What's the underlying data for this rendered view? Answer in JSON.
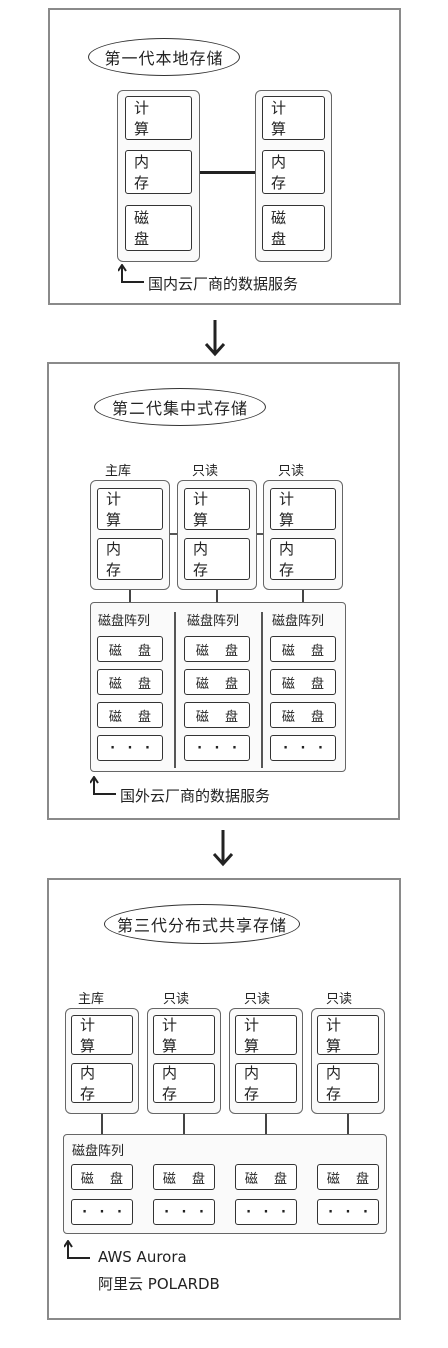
{
  "gen1": {
    "title": "第一代本地存储",
    "compute": "计 算",
    "memory": "内 存",
    "disk": "磁 盘",
    "caption": "国内云厂商的数据服务"
  },
  "gen2": {
    "title": "第二代集中式存储",
    "nodes": [
      "主库",
      "只读",
      "只读"
    ],
    "compute": "计 算",
    "memory": "内 存",
    "array_label": "磁盘阵列",
    "disk": "磁 盘",
    "ellipsis": "· · ·",
    "caption": "国外云厂商的数据服务"
  },
  "gen3": {
    "title": "第三代分布式共享存储",
    "nodes": [
      "主库",
      "只读",
      "只读",
      "只读"
    ],
    "compute": "计 算",
    "memory": "内 存",
    "array_label": "磁盘阵列",
    "disk": "磁 盘",
    "ellipsis": "· · ·",
    "caption_line1": "AWS Aurora",
    "caption_line2": "阿里云 POLARDB"
  },
  "icons": {
    "flow_arrow": "arrow-down-icon",
    "caption_arrow": "arrow-up-corner-icon"
  }
}
